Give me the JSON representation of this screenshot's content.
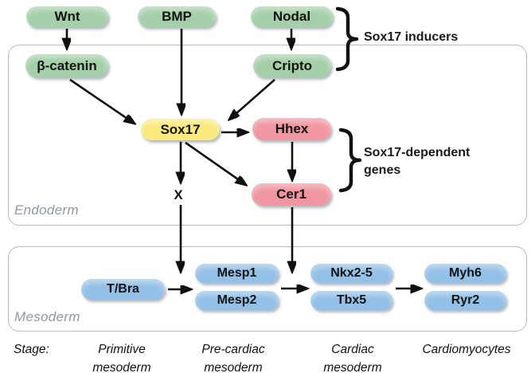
{
  "palette": {
    "green": "#a4cfa8",
    "yellow": "#fae97d",
    "pink": "#f096a0",
    "blue": "#93c0e7",
    "border": "#b4bcc4",
    "label": "#8f99a2",
    "arrow": "#111111"
  },
  "nodes": {
    "wnt": "Wnt",
    "bmp": "BMP",
    "nodal": "Nodal",
    "beta_catenin": "β-catenin",
    "cripto": "Cripto",
    "sox17": "Sox17",
    "hhex": "Hhex",
    "cer1": "Cer1",
    "unknown_factor": "X",
    "tbra": "T/Bra",
    "mesp1": "Mesp1",
    "mesp2": "Mesp2",
    "nkx25": "Nkx2-5",
    "tbx5": "Tbx5",
    "myh6": "Myh6",
    "ryr2": "Ryr2"
  },
  "annotations": {
    "inducers": "Sox17 inducers",
    "dependent_line1": "Sox17-dependent",
    "dependent_line2": "genes"
  },
  "compartments": {
    "endoderm": "Endoderm",
    "mesoderm": "Mesoderm"
  },
  "stages": {
    "label": "Stage:",
    "items": [
      {
        "line1": "Primitive",
        "line2": "mesoderm"
      },
      {
        "line1": "Pre-cardiac",
        "line2": "mesoderm"
      },
      {
        "line1": "Cardiac",
        "line2": "mesoderm"
      },
      {
        "line1": "Cardiomyocytes",
        "line2": ""
      }
    ]
  }
}
